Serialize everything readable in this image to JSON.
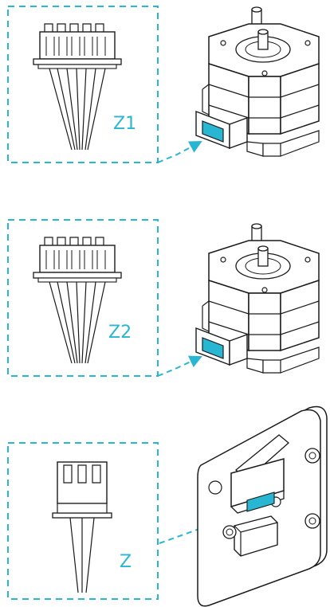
{
  "colors": {
    "accent": "#29b6d2",
    "line": "#1a1a1a",
    "background": "#ffffff"
  },
  "connectors": [
    {
      "label": "Z1",
      "target": "stepper-motor"
    },
    {
      "label": "Z2",
      "target": "stepper-motor"
    },
    {
      "label": "Z",
      "target": "limit-switch"
    }
  ]
}
